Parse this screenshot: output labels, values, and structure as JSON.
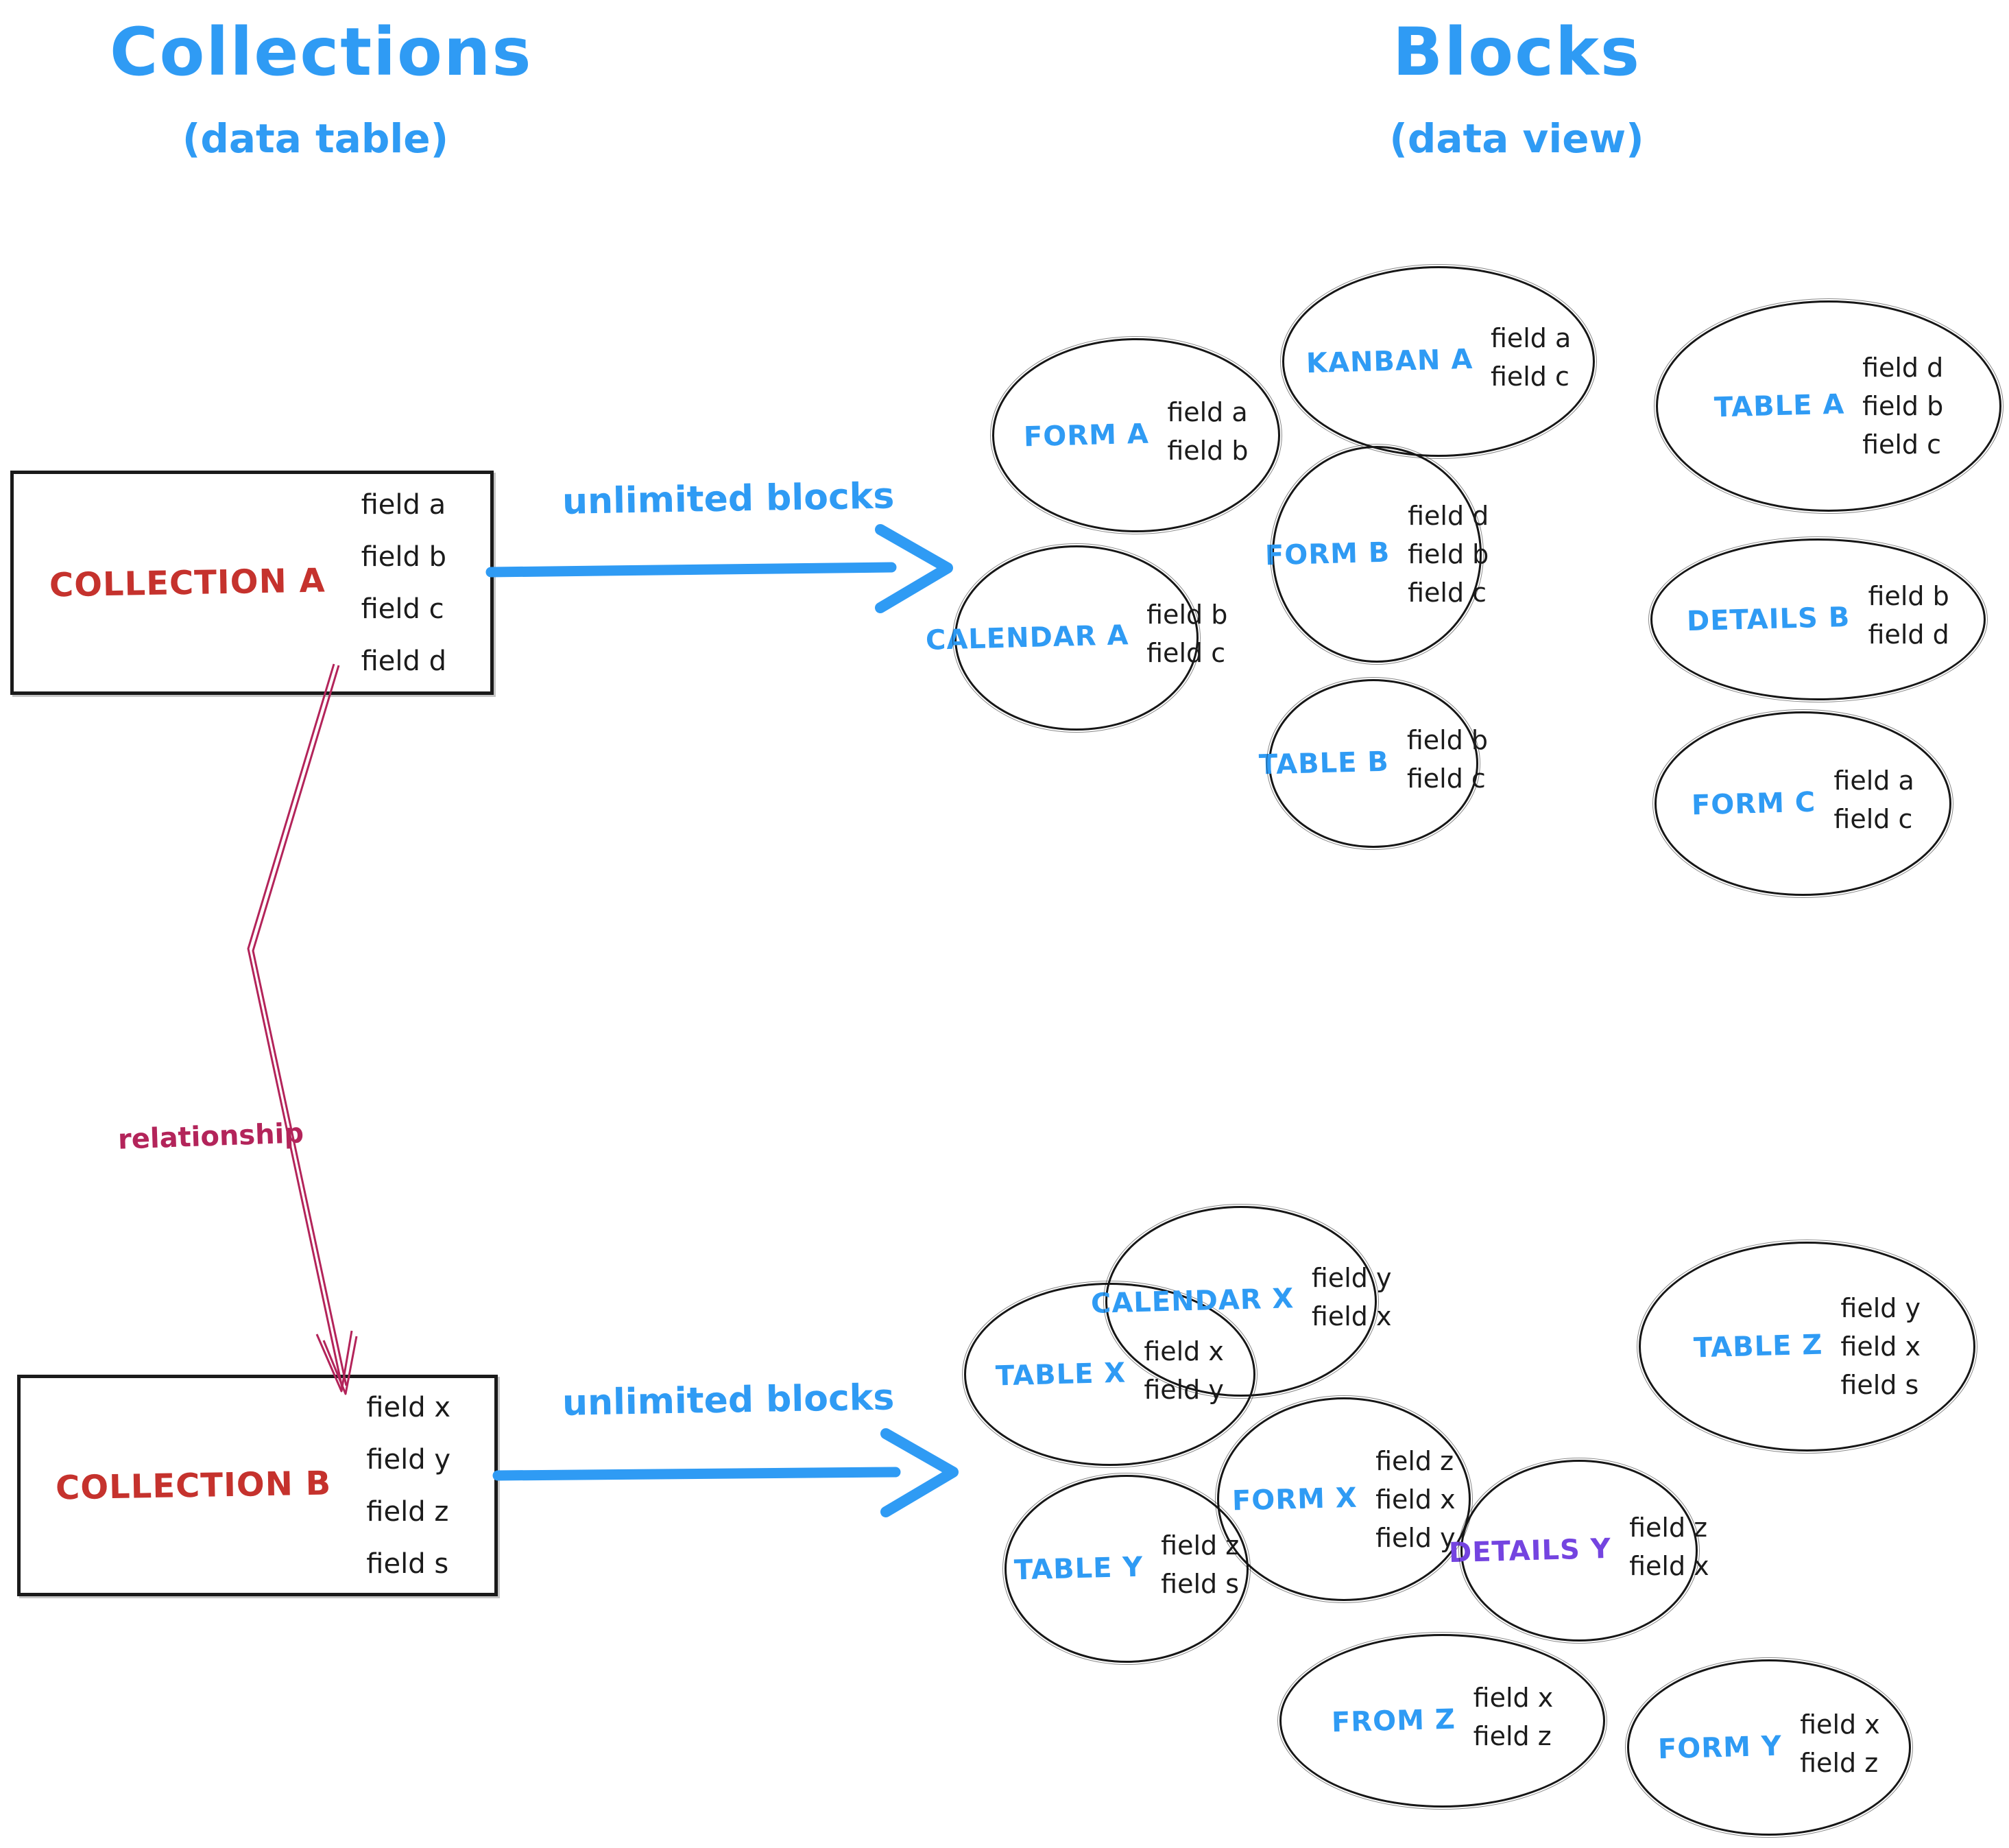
{
  "header": {
    "collections_title": "Collections",
    "collections_subtitle": "(data table)",
    "blocks_title": "Blocks",
    "blocks_subtitle": "(data view)"
  },
  "collections": [
    {
      "name": "COLLECTION A",
      "fields": [
        "field a",
        "field b",
        "field c",
        "field d"
      ]
    },
    {
      "name": "COLLECTION B",
      "fields": [
        "field x",
        "field y",
        "field z",
        "field s"
      ]
    }
  ],
  "labels": {
    "unlimited_blocks_a": "unlimited blocks",
    "unlimited_blocks_b": "unlimited blocks",
    "relationship": "relationship"
  },
  "blocks_a": [
    {
      "label": "FORM A",
      "fields": [
        "field a",
        "field b"
      ]
    },
    {
      "label": "KANBAN A",
      "fields": [
        "field a",
        "field c"
      ]
    },
    {
      "label": "TABLE A",
      "fields": [
        "field d",
        "field b",
        "field c"
      ]
    },
    {
      "label": "FORM B",
      "fields": [
        "field d",
        "field b",
        "field c"
      ]
    },
    {
      "label": "CALENDAR A",
      "fields": [
        "field b",
        "field c"
      ]
    },
    {
      "label": "DETAILS B",
      "fields": [
        "field b",
        "field d"
      ]
    },
    {
      "label": "TABLE B",
      "fields": [
        "field b",
        "field c"
      ]
    },
    {
      "label": "FORM C",
      "fields": [
        "field a",
        "field c"
      ]
    }
  ],
  "blocks_b": [
    {
      "label": "TABLE X",
      "fields": [
        "field x",
        "field y"
      ]
    },
    {
      "label": "CALENDAR X",
      "fields": [
        "field y",
        "field x"
      ]
    },
    {
      "label": "TABLE Z",
      "fields": [
        "field y",
        "field x",
        "field s"
      ]
    },
    {
      "label": "FORM X",
      "fields": [
        "field z",
        "field x",
        "field y"
      ]
    },
    {
      "label": "TABLE Y",
      "fields": [
        "field z",
        "field s"
      ]
    },
    {
      "label": "DETAILS Y",
      "fields": [
        "field z",
        "field x"
      ],
      "label_color": "purple"
    },
    {
      "label": "FROM Z",
      "fields": [
        "field x",
        "field z"
      ]
    },
    {
      "label": "FORM Y",
      "fields": [
        "field x",
        "field z"
      ]
    }
  ],
  "colors": {
    "blue": "#2f9bf4",
    "red": "#c5322d",
    "crimson": "#b3245a",
    "purple": "#7444e0",
    "ink": "#171717"
  }
}
